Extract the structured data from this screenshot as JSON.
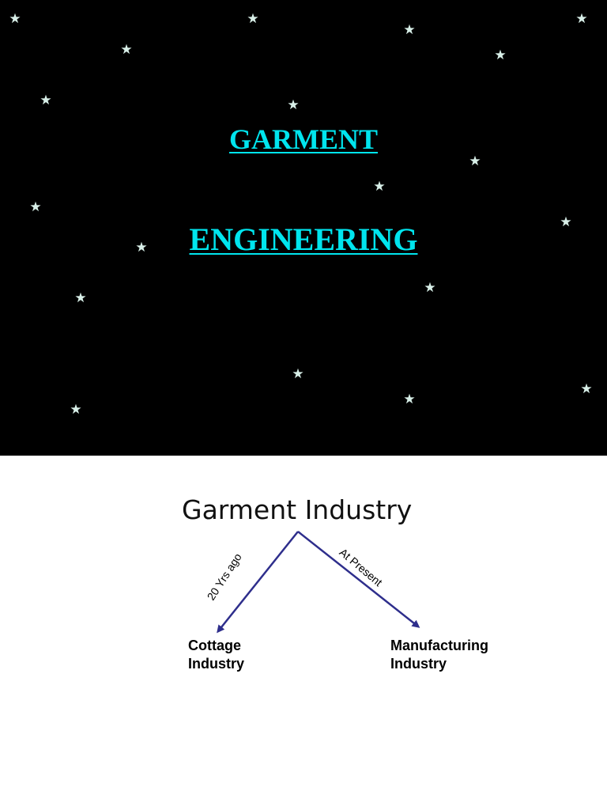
{
  "slide1": {
    "title_line1": "GARMENT",
    "title_line2": "ENGINEERING",
    "star_glyph": "★",
    "star_icon": "star-icon",
    "colors": {
      "background": "#000000",
      "title": "#00e5ee",
      "star": "#d8efe8"
    }
  },
  "slide2": {
    "heading": "Garment Industry",
    "left_edge_label": "20 Yrs ago",
    "right_edge_label": "At Present",
    "left_node_line1": "Cottage",
    "left_node_line2": "Industry",
    "right_node_line1": "Manufacturing",
    "right_node_line2": "Industry",
    "colors": {
      "arrow": "#2e2e8c",
      "background": "#ffffff"
    }
  }
}
